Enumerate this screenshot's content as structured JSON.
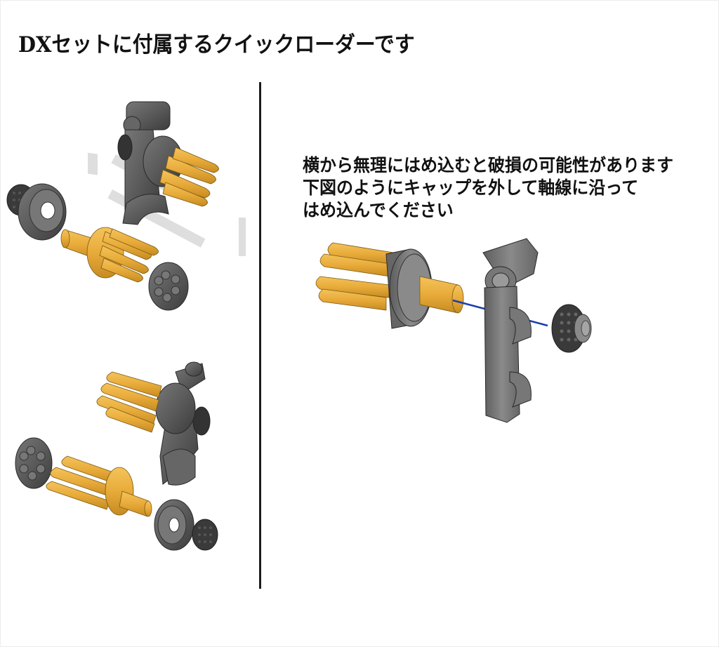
{
  "title": "DXセットに付属するクイックローダーです",
  "note": {
    "lines": [
      "横から無理にはめ込むと破損の可能性があります",
      "下図のようにキャップを外して軸線に沿って",
      "はめ込んでください"
    ]
  },
  "illustrations": [
    {
      "id": "exploded-view-top-left",
      "description": "Exploded view: loader body with 6 cartridges, knurled knob, ring cap, end plate"
    },
    {
      "id": "exploded-view-bottom-left",
      "description": "Exploded view from opposite angle"
    },
    {
      "id": "assembly-axis-view",
      "description": "Cylinder of cartridges aligned along blue axis through hook bracket to knurled knob"
    }
  ],
  "colors": {
    "brass": "#e8ab3a",
    "brass_dark": "#b98320",
    "gunmetal": "#5b5b5b",
    "gunmetal_dark": "#3a3a3a",
    "axis_line": "#1a3fb0",
    "text": "#111111",
    "divider": "#1c1c1c"
  }
}
